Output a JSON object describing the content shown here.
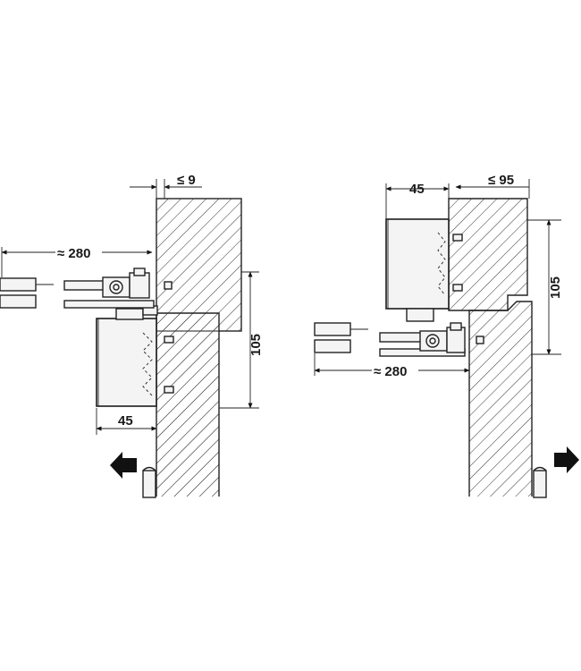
{
  "left_view": {
    "dim_top": "≤ 9",
    "dim_arm": "≈ 280",
    "dim_height": "105",
    "dim_body": "45"
  },
  "right_view": {
    "dim_body": "45",
    "dim_top": "≤ 95",
    "dim_height": "105",
    "dim_arm": "≈ 280"
  },
  "colors": {
    "line": "#222222",
    "arrow": "#111111",
    "part_fill": "#f4f4f4"
  },
  "icons": {
    "left_arrow": "arrow-left-icon",
    "right_arrow": "arrow-right-icon"
  }
}
